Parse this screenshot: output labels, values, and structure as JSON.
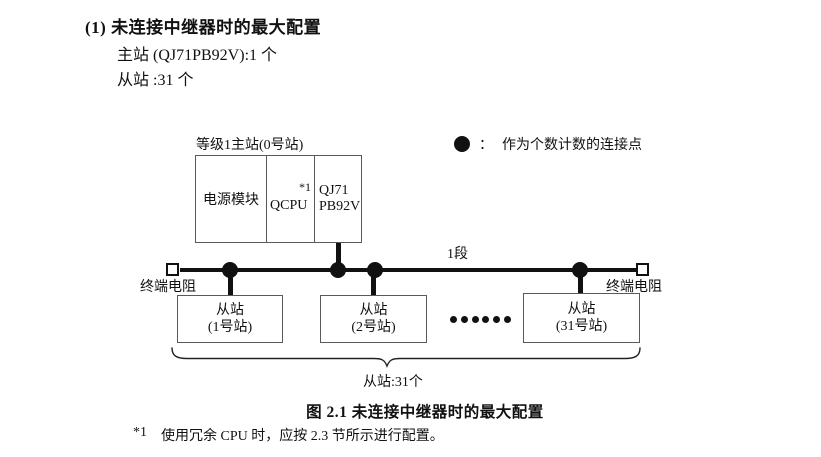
{
  "header": {
    "heading": "(1) 未连接中继器时的最大配置",
    "master_count": "主站 (QJ71PB92V):1 个",
    "slave_count": "从站 :31 个"
  },
  "legend": {
    "separator": "：",
    "label": "作为个数计数的连接点"
  },
  "diagram": {
    "master_label": "等级1主站(0号站)",
    "modules": {
      "power": "电源模块",
      "cpu": "QCPU",
      "cpu_note": "*1",
      "pb_line1": "QJ71",
      "pb_line2": "PB92V"
    },
    "segment_label": "1段",
    "terminator_left": "终端电阻",
    "terminator_right": "终端电阻",
    "slaves": [
      {
        "line1": "从站",
        "line2": "(1号站)"
      },
      {
        "line1": "从站",
        "line2": "(2号站)"
      },
      {
        "line1": "从站",
        "line2": "(31号站)"
      }
    ],
    "brace_label": "从站:31个"
  },
  "caption": "图 2.1 未连接中继器时的最大配置",
  "footnote": {
    "marker": "*1",
    "text": "使用冗余 CPU 时，应按 2.3 节所示进行配置。"
  },
  "colors": {
    "text": "#111111",
    "line": "#111111",
    "box_border": "#595959",
    "background": "#ffffff"
  }
}
